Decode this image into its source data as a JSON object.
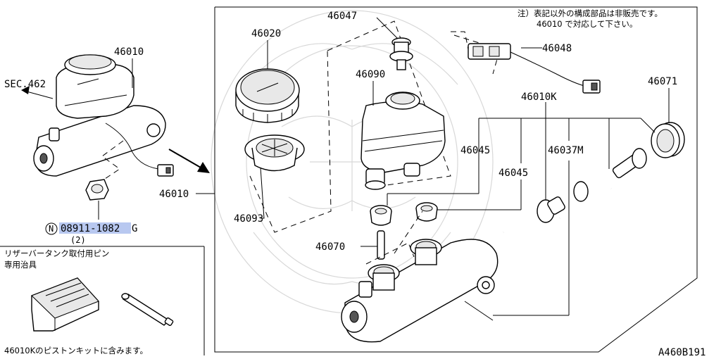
{
  "labels": {
    "sec": "SEC.462",
    "p46010_top": "46010",
    "p46010_mid": "46010",
    "p46020": "46020",
    "p46047": "46047",
    "p46048": "46048",
    "p46090": "46090",
    "p46071": "46071",
    "p46010k": "46010K",
    "p46045_a": "46045",
    "p46045_b": "46045",
    "p46037m": "46037M",
    "p46093": "46093",
    "p46070": "46070",
    "nut_circle": "N",
    "nut_part": "08911-1082",
    "nut_suffix": "G",
    "nut_qty": "(2)",
    "figure_code": "A460B191"
  },
  "notes": {
    "top_line1": "注）表記以外の構成部品は非販売です。",
    "top_line2": "46010 で対応して下さい。",
    "tool_line1": "リザーバータンク取付用ピン",
    "tool_line2": "専用治具",
    "bottom": "46010Kのピストンキットに含みます。"
  },
  "colors": {
    "line": "#000000",
    "highlight": "#b8c8f0",
    "watermark": "#d8d8d8"
  }
}
